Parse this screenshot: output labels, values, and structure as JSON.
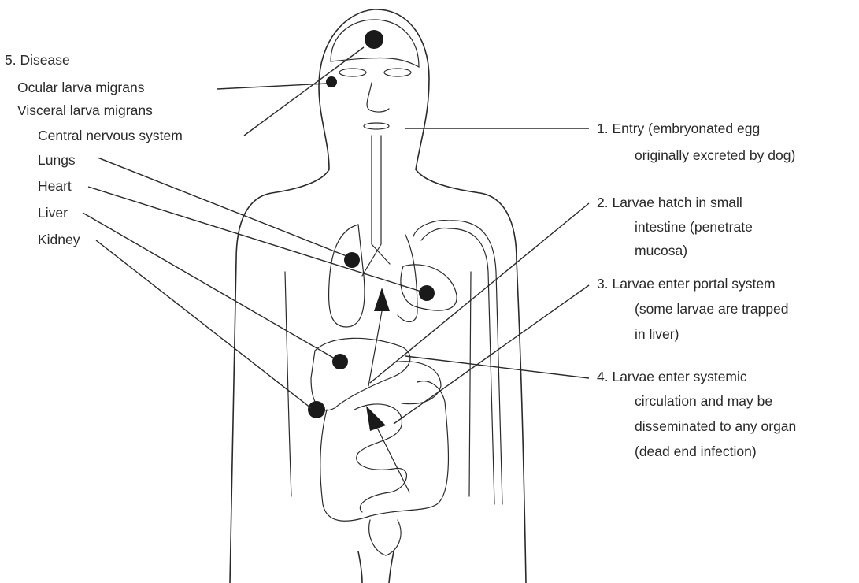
{
  "disease": {
    "title": "5. Disease",
    "ocular": "Ocular larva migrans",
    "visceral": "Visceral larva migrans",
    "cns": "Central nervous system",
    "lungs": "Lungs",
    "heart": "Heart",
    "liver": "Liver",
    "kidney": "Kidney"
  },
  "steps": {
    "entry_l1": "1. Entry (embryonated egg",
    "entry_l2": "originally excreted by dog)",
    "hatch_l1": "2. Larvae hatch in small",
    "hatch_l2": "intestine (penetrate",
    "hatch_l3": "mucosa)",
    "portal_l1": "3. Larvae enter portal system",
    "portal_l2": "(some larvae are trapped",
    "portal_l3": "in liver)",
    "systemic_l1": "4. Larvae enter systemic",
    "systemic_l2": "circulation and may be",
    "systemic_l3": "disseminated to any organ",
    "systemic_l4": "(dead end infection)"
  }
}
